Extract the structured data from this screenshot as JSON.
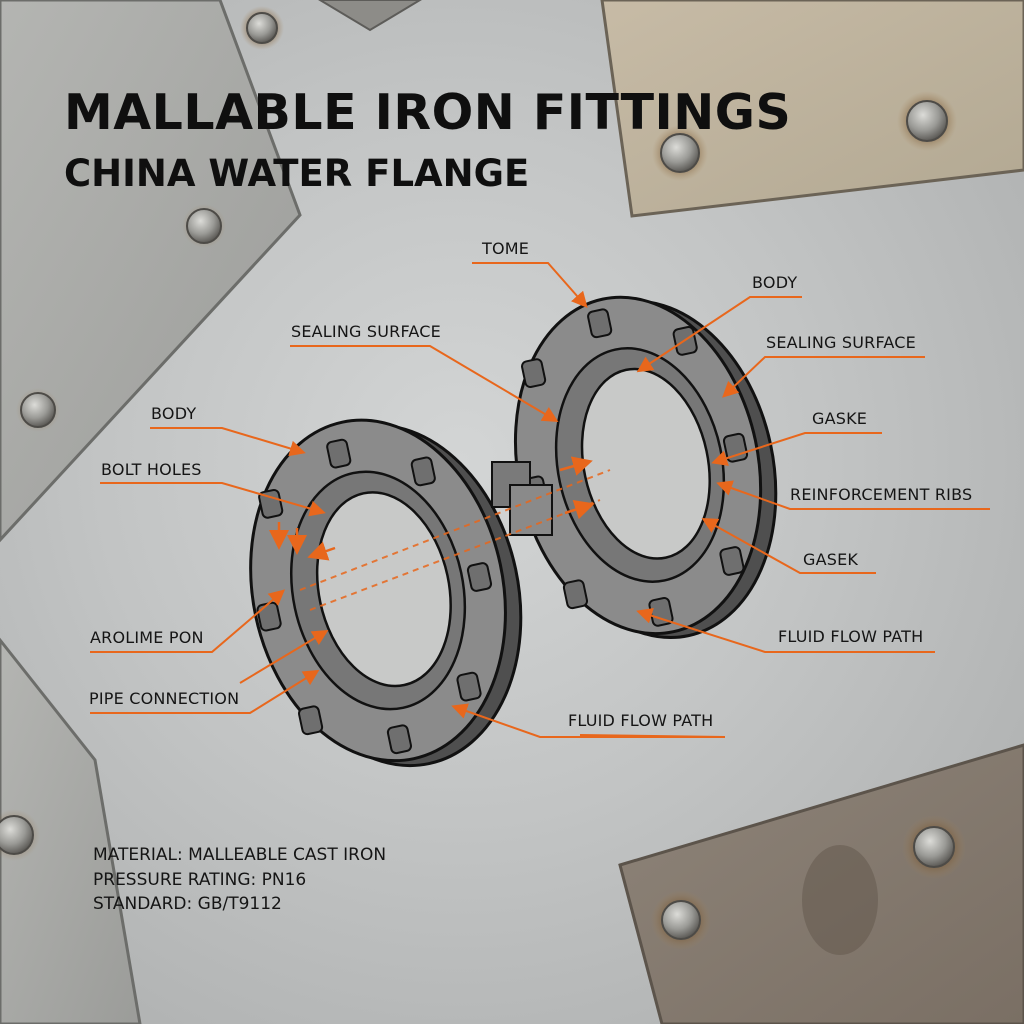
{
  "title": {
    "line1": "MALLABLE IRON FITTINGS",
    "line2": "CHINA WATER FLANGE"
  },
  "accent_color": "#e8671c",
  "labels": {
    "left": [
      {
        "id": "body",
        "text": "BODY"
      },
      {
        "id": "bolt-holes",
        "text": "BOLT HOLES"
      },
      {
        "id": "arolime-pon",
        "text": "AROLIME PON"
      },
      {
        "id": "pipe-connection",
        "text": "PIPE CONNECTION"
      }
    ],
    "center": [
      {
        "id": "sealing-surface",
        "text": "SEALING SURFACE"
      },
      {
        "id": "tome",
        "text": "TOME"
      },
      {
        "id": "fluid-flow-path",
        "text": "FLUID FLOW PATH"
      }
    ],
    "right": [
      {
        "id": "body",
        "text": "BODY"
      },
      {
        "id": "sealing-surface",
        "text": "SEALING SURFACE"
      },
      {
        "id": "gaske",
        "text": "GASKE"
      },
      {
        "id": "reinforcement-ribs",
        "text": "REINFORCEMENT RIBS"
      },
      {
        "id": "gasek",
        "text": "GASEK"
      },
      {
        "id": "fluid-flow-path",
        "text": "FLUID FLOW PATH"
      }
    ]
  },
  "specs": {
    "material": "MATERIAL: MALLEABLE CAST IRON",
    "pressure": "PRESSURE RATING: PN16",
    "standard": "STANDARD: GB/T9112"
  },
  "background": {
    "description": "brushed steel sheet with bolted rusty plates",
    "plate_colors": [
      "#a8a9a6",
      "#b5aa98",
      "#8a7f72"
    ]
  }
}
